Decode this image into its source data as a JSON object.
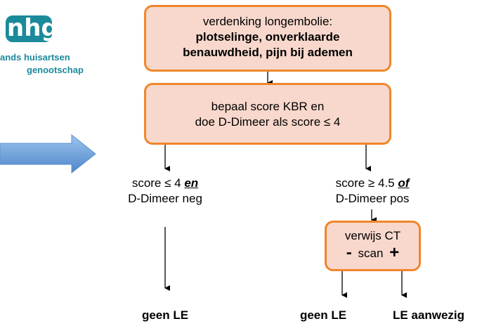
{
  "logo": {
    "mark": "nhg",
    "line1": "ands huisartsen",
    "line2": "genootschap",
    "color": "#1b8a9a"
  },
  "box_suspicion": {
    "line1": "verdenking longembolie:",
    "line2": "plotselinge, onverklaarde",
    "line3": "benauwdheid, pijn bij ademen"
  },
  "box_score": {
    "line1": "bepaal score KBR en",
    "line2": "doe D-Dimeer als score ≤ 4"
  },
  "branch_left": {
    "prefix": "score ≤ 4 ",
    "conj": "en",
    "line2": "D-Dimeer neg"
  },
  "branch_right": {
    "prefix": "score ≥ 4.5 ",
    "conj": "of",
    "line2": "D-Dimeer pos"
  },
  "box_ct": {
    "line1": "verwijs CT",
    "minus": "-",
    "scan": "scan",
    "plus": "+"
  },
  "outcomes": {
    "left": "geen LE",
    "ct_negative": "geen LE",
    "ct_positive": "LE aanwezig"
  },
  "colors": {
    "box_fill": "#f8d8cc",
    "box_border": "#f0862a",
    "arrow_blue": "#6a9ed8"
  }
}
